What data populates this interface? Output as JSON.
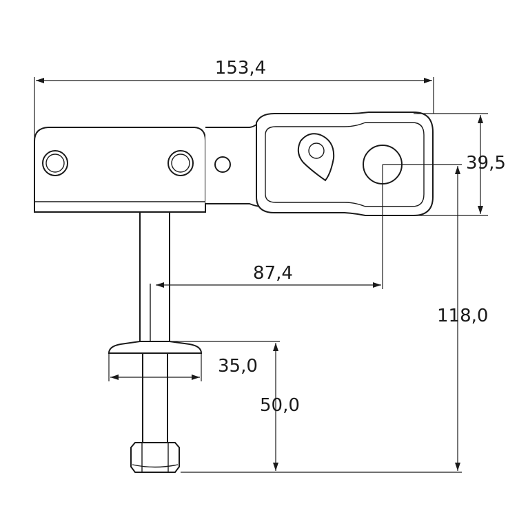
{
  "dimensions": {
    "overall_length": "153,4",
    "arm_height": "39,5",
    "spindle_offset": "87,4",
    "total_height": "118,0",
    "pad_diameter": "35,0",
    "spindle_length": "50,0"
  },
  "colors": {
    "line": "#1a1a1a",
    "background": "#ffffff"
  }
}
